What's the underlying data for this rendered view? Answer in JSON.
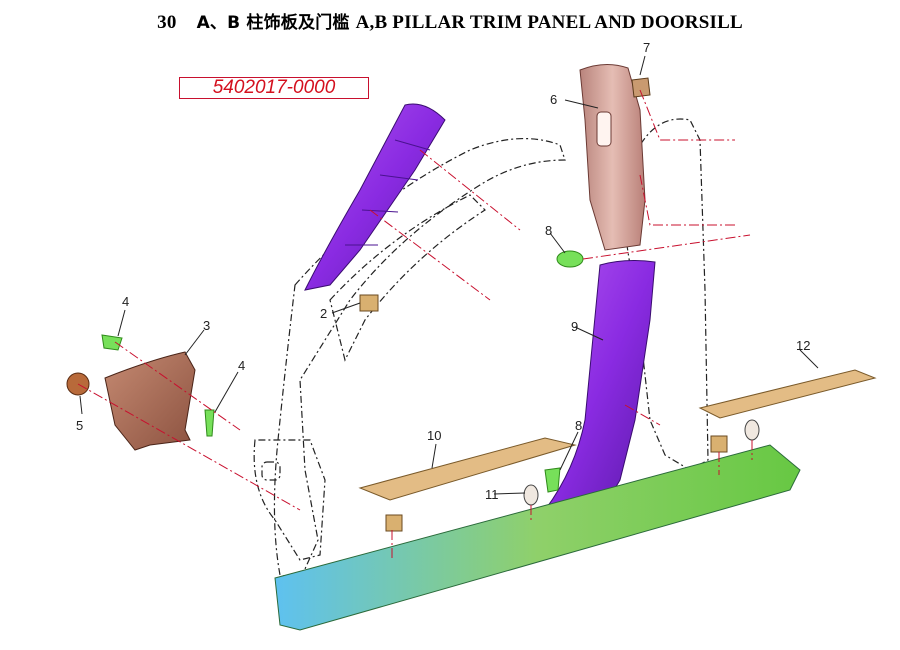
{
  "diagram": {
    "title": {
      "number": "30",
      "zh": "A、B 柱饰板及门槛",
      "en": "A,B PILLAR TRIM PANEL AND DOORSILL"
    },
    "part_number_box": "5402017-0000",
    "callouts": [
      "2",
      "3",
      "4",
      "4",
      "5",
      "6",
      "7",
      "8",
      "8",
      "9",
      "10",
      "11",
      "12"
    ],
    "colors": {
      "highlight_red": "#d4101e",
      "purple_trim": "#8a2be2",
      "pink_trim": "#d9a8a0",
      "tan_sill": "#e8c28a",
      "green_clip": "#6ee05a",
      "blue_rocker": "#6fb3e8",
      "green_rocker": "#7ed957"
    }
  }
}
